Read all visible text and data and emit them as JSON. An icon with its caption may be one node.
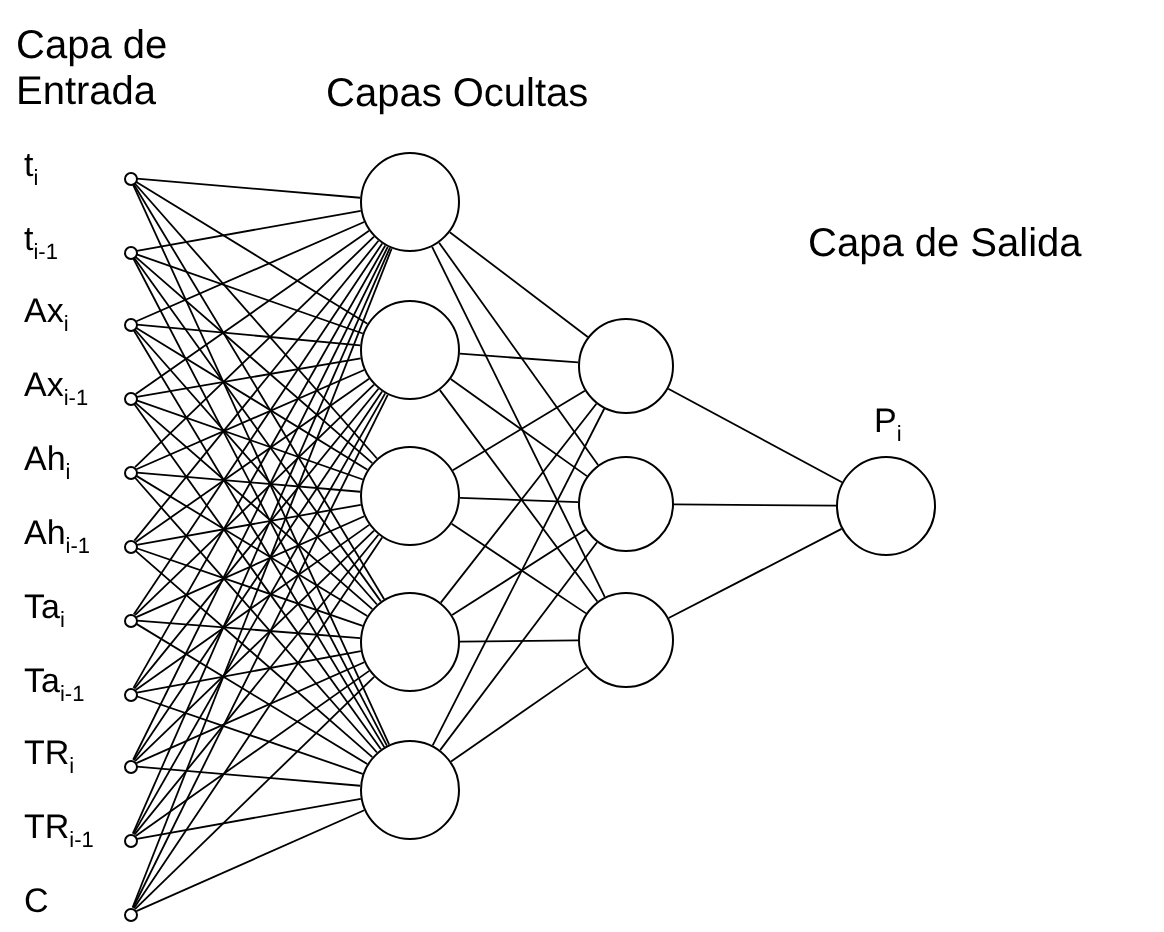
{
  "diagram": {
    "nodes": [
      {
        "text": [],
        "shape": "circle",
        "beside": [
          "t$_{i}$"
        ]
      },
      {
        "text": [],
        "shape": "circle",
        "beside": [
          "t$_{i-1}$"
        ]
      },
      {
        "text": [],
        "shape": "circle",
        "beside": [
          "Ax$_{i}$"
        ]
      },
      {
        "text": [],
        "shape": "circle",
        "beside": [
          "Ax$_{i-1}$"
        ]
      },
      {
        "text": [],
        "shape": "circle",
        "beside": [
          "Ah$_{i}$"
        ]
      },
      {
        "text": [],
        "shape": "circle",
        "beside": [
          "Ah$_{i-1}$"
        ]
      },
      {
        "text": [],
        "shape": "circle",
        "beside": [
          "Ta$_{i}$"
        ]
      },
      {
        "text": [],
        "shape": "circle",
        "beside": [
          "Ta$_{i-1}$"
        ]
      },
      {
        "text": [],
        "shape": "circle",
        "beside": [
          "TR$_{i}$"
        ]
      },
      {
        "text": [],
        "shape": "circle",
        "beside": [
          "TR$_{i-1}$"
        ]
      },
      {
        "text": [],
        "shape": "circle",
        "beside": [
          "C"
        ]
      },
      {
        "text": [],
        "shape": "circle"
      },
      {
        "text": [],
        "shape": "circle"
      },
      {
        "text": [],
        "shape": "circle"
      },
      {
        "text": [],
        "shape": "circle"
      },
      {
        "text": [],
        "shape": "circle"
      },
      {
        "text": [],
        "shape": "circle"
      },
      {
        "text": [],
        "shape": "circle"
      },
      {
        "text": [],
        "shape": "circle"
      },
      {
        "text": [],
        "shape": "circle",
        "beside": [
          "P$_{i}$"
        ]
      }
    ],
    "edges": [
      {
        "from": 0,
        "to": 11,
        "arrow": "none"
      },
      {
        "from": 0,
        "to": 12,
        "arrow": "none"
      },
      {
        "from": 0,
        "to": 13,
        "arrow": "none"
      },
      {
        "from": 0,
        "to": 14,
        "arrow": "none"
      },
      {
        "from": 0,
        "to": 15,
        "arrow": "none"
      },
      {
        "from": 1,
        "to": 11,
        "arrow": "none"
      },
      {
        "from": 1,
        "to": 12,
        "arrow": "none"
      },
      {
        "from": 1,
        "to": 13,
        "arrow": "none"
      },
      {
        "from": 1,
        "to": 14,
        "arrow": "none"
      },
      {
        "from": 1,
        "to": 15,
        "arrow": "none"
      },
      {
        "from": 2,
        "to": 11,
        "arrow": "none"
      },
      {
        "from": 2,
        "to": 12,
        "arrow": "none"
      },
      {
        "from": 2,
        "to": 13,
        "arrow": "none"
      },
      {
        "from": 2,
        "to": 14,
        "arrow": "none"
      },
      {
        "from": 2,
        "to": 15,
        "arrow": "none"
      },
      {
        "from": 3,
        "to": 11,
        "arrow": "none"
      },
      {
        "from": 3,
        "to": 12,
        "arrow": "none"
      },
      {
        "from": 3,
        "to": 13,
        "arrow": "none"
      },
      {
        "from": 3,
        "to": 14,
        "arrow": "none"
      },
      {
        "from": 3,
        "to": 15,
        "arrow": "none"
      },
      {
        "from": 4,
        "to": 11,
        "arrow": "none"
      },
      {
        "from": 4,
        "to": 12,
        "arrow": "none"
      },
      {
        "from": 4,
        "to": 13,
        "arrow": "none"
      },
      {
        "from": 4,
        "to": 14,
        "arrow": "none"
      },
      {
        "from": 4,
        "to": 15,
        "arrow": "none"
      },
      {
        "from": 5,
        "to": 11,
        "arrow": "none"
      },
      {
        "from": 5,
        "to": 12,
        "arrow": "none"
      },
      {
        "from": 5,
        "to": 13,
        "arrow": "none"
      },
      {
        "from": 5,
        "to": 14,
        "arrow": "none"
      },
      {
        "from": 5,
        "to": 15,
        "arrow": "none"
      },
      {
        "from": 6,
        "to": 11,
        "arrow": "none"
      },
      {
        "from": 6,
        "to": 12,
        "arrow": "none"
      },
      {
        "from": 6,
        "to": 13,
        "arrow": "none"
      },
      {
        "from": 6,
        "to": 14,
        "arrow": "none"
      },
      {
        "from": 6,
        "to": 15,
        "arrow": "none"
      },
      {
        "from": 7,
        "to": 11,
        "arrow": "none"
      },
      {
        "from": 7,
        "to": 12,
        "arrow": "none"
      },
      {
        "from": 7,
        "to": 13,
        "arrow": "none"
      },
      {
        "from": 7,
        "to": 14,
        "arrow": "none"
      },
      {
        "from": 7,
        "to": 15,
        "arrow": "none"
      },
      {
        "from": 8,
        "to": 11,
        "arrow": "none"
      },
      {
        "from": 8,
        "to": 12,
        "arrow": "none"
      },
      {
        "from": 8,
        "to": 13,
        "arrow": "none"
      },
      {
        "from": 8,
        "to": 14,
        "arrow": "none"
      },
      {
        "from": 8,
        "to": 15,
        "arrow": "none"
      },
      {
        "from": 9,
        "to": 11,
        "arrow": "none"
      },
      {
        "from": 9,
        "to": 12,
        "arrow": "none"
      },
      {
        "from": 9,
        "to": 13,
        "arrow": "none"
      },
      {
        "from": 9,
        "to": 14,
        "arrow": "none"
      },
      {
        "from": 9,
        "to": 15,
        "arrow": "none"
      },
      {
        "from": 10,
        "to": 11,
        "arrow": "none"
      },
      {
        "from": 10,
        "to": 12,
        "arrow": "none"
      },
      {
        "from": 10,
        "to": 13,
        "arrow": "none"
      },
      {
        "from": 10,
        "to": 14,
        "arrow": "none"
      },
      {
        "from": 10,
        "to": 15,
        "arrow": "none"
      },
      {
        "from": 11,
        "to": 16,
        "arrow": "none"
      },
      {
        "from": 11,
        "to": 17,
        "arrow": "none"
      },
      {
        "from": 11,
        "to": 18,
        "arrow": "none"
      },
      {
        "from": 12,
        "to": 16,
        "arrow": "none"
      },
      {
        "from": 12,
        "to": 17,
        "arrow": "none"
      },
      {
        "from": 12,
        "to": 18,
        "arrow": "none"
      },
      {
        "from": 13,
        "to": 16,
        "arrow": "none"
      },
      {
        "from": 13,
        "to": 17,
        "arrow": "none"
      },
      {
        "from": 13,
        "to": 18,
        "arrow": "none"
      },
      {
        "from": 14,
        "to": 16,
        "arrow": "none"
      },
      {
        "from": 14,
        "to": 17,
        "arrow": "none"
      },
      {
        "from": 14,
        "to": 18,
        "arrow": "none"
      },
      {
        "from": 15,
        "to": 16,
        "arrow": "none"
      },
      {
        "from": 15,
        "to": 17,
        "arrow": "none"
      },
      {
        "from": 15,
        "to": 18,
        "arrow": "none"
      },
      {
        "from": 16,
        "to": 19,
        "arrow": "none"
      },
      {
        "from": 17,
        "to": 19,
        "arrow": "none"
      },
      {
        "from": 18,
        "to": 19,
        "arrow": "none"
      }
    ],
    "labels": [
      "Capa de Entrada",
      "Capas Ocultas",
      "Capa de Salida"
    ]
  }
}
